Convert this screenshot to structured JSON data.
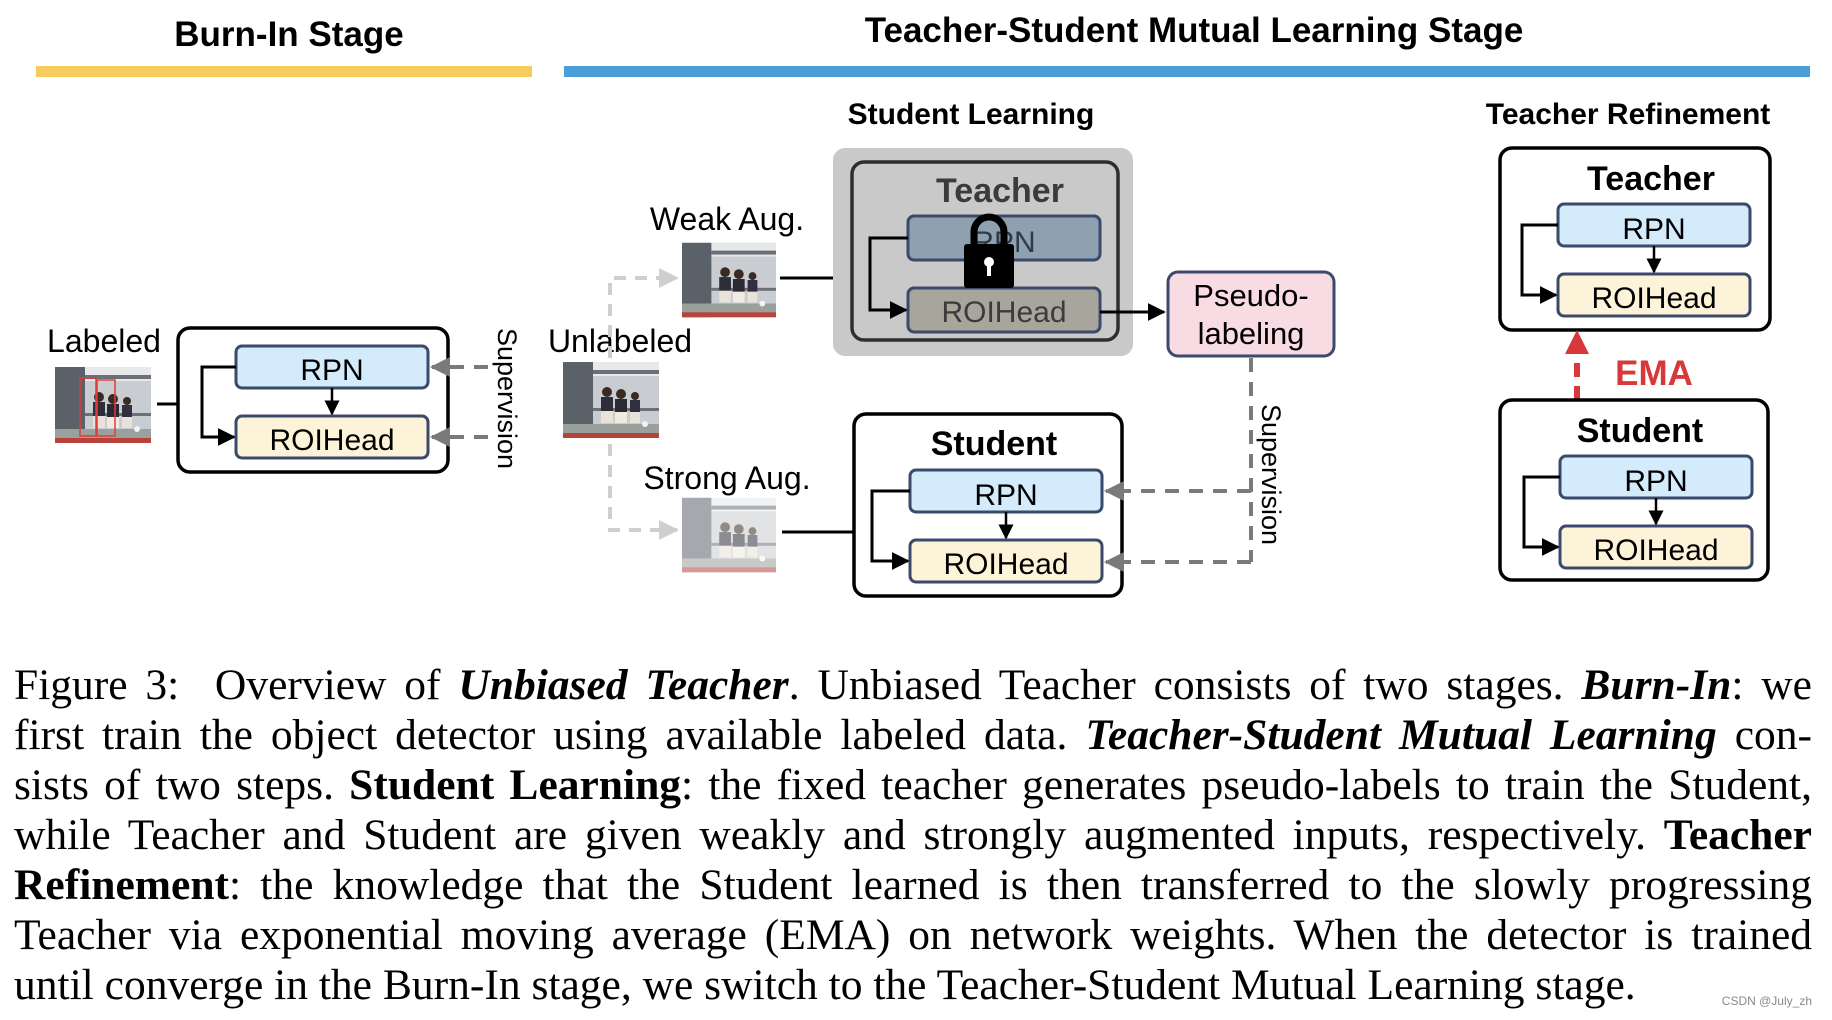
{
  "stages": {
    "burn_in": "Burn-In Stage",
    "mutual": "Teacher-Student Mutual Learning Stage",
    "burn_in_color": "#f7cb5c",
    "mutual_color": "#4a9fd8"
  },
  "sections": {
    "student_learning": "Student Learning",
    "teacher_refinement": "Teacher Refinement"
  },
  "labels": {
    "labeled": "Labeled",
    "unlabeled": "Unlabeled",
    "weak_aug": "Weak Aug.",
    "strong_aug": "Strong Aug.",
    "supervision": "Supervision",
    "pseudo_line1": "Pseudo-",
    "pseudo_line2": "labeling",
    "ema": "EMA",
    "teacher": "Teacher",
    "student": "Student",
    "rpn": "RPN",
    "roihead": "ROIHead"
  },
  "colors": {
    "rpn_fill": "#d3ebfb",
    "roi_fill": "#fdf3d9",
    "pseudo_fill": "#f9dbe4",
    "frozen_bg": "#c9c9c9",
    "ema_red": "#d9383a"
  },
  "caption": {
    "lines": [
      [
        {
          "t": "Figure 3:  Overview of ",
          "s": "n"
        },
        {
          "t": "Unbiased Teacher",
          "s": "bi"
        },
        {
          "t": ". Unbiased Teacher consists of two stages. ",
          "s": "n"
        },
        {
          "t": "Burn-In",
          "s": "bi"
        },
        {
          "t": ": we",
          "s": "n"
        }
      ],
      [
        {
          "t": "first train the object detector using available labeled data. ",
          "s": "n"
        },
        {
          "t": "Teacher-Student Mutual Learning",
          "s": "bi"
        },
        {
          "t": " con-",
          "s": "n"
        }
      ],
      [
        {
          "t": "sists of two steps. ",
          "s": "n"
        },
        {
          "t": "Student Learning",
          "s": "b"
        },
        {
          "t": ": the fixed teacher generates pseudo-labels to train the Student,",
          "s": "n"
        }
      ],
      [
        {
          "t": "while Teacher and Student are given weakly and strongly augmented inputs, respectively. ",
          "s": "n"
        },
        {
          "t": "Teacher",
          "s": "b"
        }
      ],
      [
        {
          "t": "Refinement",
          "s": "b"
        },
        {
          "t": ": the knowledge that the Student learned is then transferred to the slowly progressing",
          "s": "n"
        }
      ],
      [
        {
          "t": "Teacher via exponential moving average (EMA) on network weights. When the detector is trained",
          "s": "n"
        }
      ],
      [
        {
          "t": "until converge in the Burn-In stage, we switch to the Teacher-Student Mutual Learning stage.",
          "s": "n"
        }
      ]
    ]
  },
  "watermark": "CSDN @July_zh"
}
